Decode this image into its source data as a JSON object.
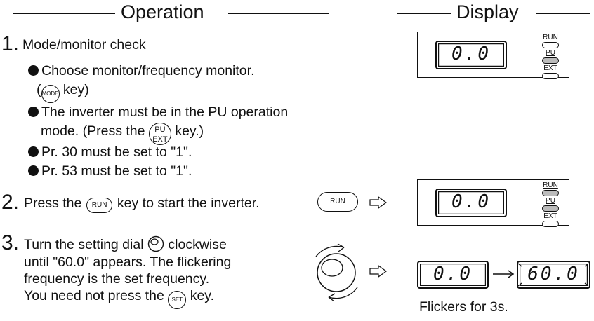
{
  "headers": {
    "operation": "Operation",
    "display": "Display"
  },
  "step1": {
    "number": "1.",
    "title": "Mode/monitor check",
    "bullet1_line1": "Choose monitor/frequency monitor.",
    "bullet1_line2_open": "(",
    "bullet1_line2_key": "MODE",
    "bullet1_line2_close": " key)",
    "bullet2_line1": "The inverter must be in the PU operation",
    "bullet2_line2_pre": "mode. (Press the ",
    "bullet2_key_top": "PU",
    "bullet2_key_bottom": "EXT",
    "bullet2_line2_post": " key.)",
    "bullet3": "Pr. 30 must be set to \"1\".",
    "bullet4": "Pr. 53 must be set to \"1\"."
  },
  "step2": {
    "number": "2.",
    "text_pre": "Press the ",
    "key": "RUN",
    "text_post": " key to start the inverter.",
    "side_key": "RUN"
  },
  "step3": {
    "number": "3.",
    "line1_pre": "Turn the setting dial ",
    "line1_post": " clockwise",
    "line2": "until \"60.0\" appears. The flickering",
    "line3": "frequency is the set frequency.",
    "line4_pre": "You need not press the ",
    "line4_key": "SET",
    "line4_post": " key."
  },
  "display1": {
    "value": "0.0",
    "lamps": [
      "RUN",
      "PU",
      "EXT"
    ]
  },
  "display2": {
    "value": "0.0",
    "lamps": [
      "RUN",
      "PU",
      "EXT"
    ]
  },
  "display3": {
    "from": "0.0",
    "to": "60.0",
    "note": "Flickers for 3s."
  }
}
